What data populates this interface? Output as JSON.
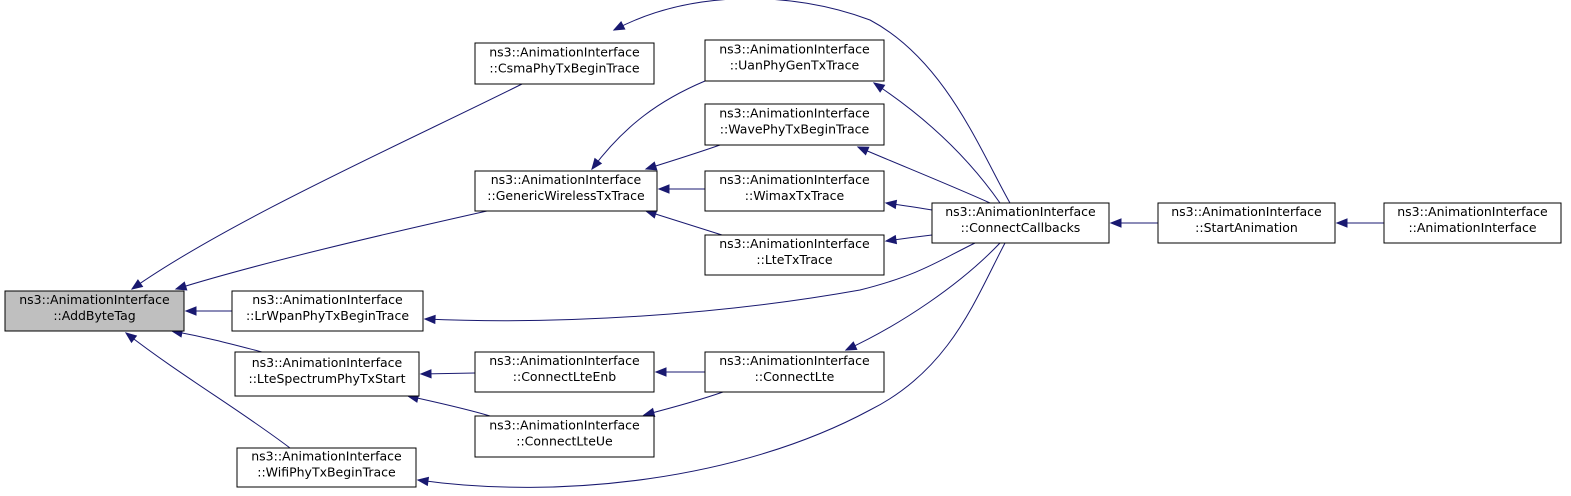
{
  "colors": {
    "edge": "#191970",
    "current_node_fill": "#bfbfbf",
    "node_fill": "#ffffff",
    "node_border": "#000000"
  },
  "nodes": [
    {
      "id": "AddByteTag",
      "lines": [
        "ns3::AnimationInterface",
        "::AddByteTag"
      ],
      "current": true
    },
    {
      "id": "CsmaPhyTxBeginTrace",
      "lines": [
        "ns3::AnimationInterface",
        "::CsmaPhyTxBeginTrace"
      ]
    },
    {
      "id": "GenericWirelessTxTrace",
      "lines": [
        "ns3::AnimationInterface",
        "::GenericWirelessTxTrace"
      ]
    },
    {
      "id": "LrWpanPhyTxBeginTrace",
      "lines": [
        "ns3::AnimationInterface",
        "::LrWpanPhyTxBeginTrace"
      ]
    },
    {
      "id": "LteSpectrumPhyTxStart",
      "lines": [
        "ns3::AnimationInterface",
        "::LteSpectrumPhyTxStart"
      ]
    },
    {
      "id": "WifiPhyTxBeginTrace",
      "lines": [
        "ns3::AnimationInterface",
        "::WifiPhyTxBeginTrace"
      ]
    },
    {
      "id": "UanPhyGenTxTrace",
      "lines": [
        "ns3::AnimationInterface",
        "::UanPhyGenTxTrace"
      ]
    },
    {
      "id": "WavePhyTxBeginTrace",
      "lines": [
        "ns3::AnimationInterface",
        "::WavePhyTxBeginTrace"
      ]
    },
    {
      "id": "WimaxTxTrace",
      "lines": [
        "ns3::AnimationInterface",
        "::WimaxTxTrace"
      ]
    },
    {
      "id": "LteTxTrace",
      "lines": [
        "ns3::AnimationInterface",
        "::LteTxTrace"
      ]
    },
    {
      "id": "ConnectLteEnb",
      "lines": [
        "ns3::AnimationInterface",
        "::ConnectLteEnb"
      ]
    },
    {
      "id": "ConnectLteUe",
      "lines": [
        "ns3::AnimationInterface",
        "::ConnectLteUe"
      ]
    },
    {
      "id": "ConnectLte",
      "lines": [
        "ns3::AnimationInterface",
        "::ConnectLte"
      ]
    },
    {
      "id": "ConnectCallbacks",
      "lines": [
        "ns3::AnimationInterface",
        "::ConnectCallbacks"
      ]
    },
    {
      "id": "StartAnimation",
      "lines": [
        "ns3::AnimationInterface",
        "::StartAnimation"
      ]
    },
    {
      "id": "AnimationInterface",
      "lines": [
        "ns3::AnimationInterface",
        "::AnimationInterface"
      ]
    }
  ],
  "edges": [
    {
      "from": "CsmaPhyTxBeginTrace",
      "to": "AddByteTag"
    },
    {
      "from": "GenericWirelessTxTrace",
      "to": "AddByteTag"
    },
    {
      "from": "LrWpanPhyTxBeginTrace",
      "to": "AddByteTag"
    },
    {
      "from": "LteSpectrumPhyTxStart",
      "to": "AddByteTag"
    },
    {
      "from": "WifiPhyTxBeginTrace",
      "to": "AddByteTag"
    },
    {
      "from": "ConnectCallbacks",
      "to": "CsmaPhyTxBeginTrace"
    },
    {
      "from": "UanPhyGenTxTrace",
      "to": "GenericWirelessTxTrace"
    },
    {
      "from": "WavePhyTxBeginTrace",
      "to": "GenericWirelessTxTrace"
    },
    {
      "from": "WimaxTxTrace",
      "to": "GenericWirelessTxTrace"
    },
    {
      "from": "LteTxTrace",
      "to": "GenericWirelessTxTrace"
    },
    {
      "from": "ConnectCallbacks",
      "to": "LrWpanPhyTxBeginTrace"
    },
    {
      "from": "ConnectLteEnb",
      "to": "LteSpectrumPhyTxStart"
    },
    {
      "from": "ConnectLteUe",
      "to": "LteSpectrumPhyTxStart"
    },
    {
      "from": "ConnectCallbacks",
      "to": "WifiPhyTxBeginTrace"
    },
    {
      "from": "ConnectCallbacks",
      "to": "UanPhyGenTxTrace"
    },
    {
      "from": "ConnectCallbacks",
      "to": "WavePhyTxBeginTrace"
    },
    {
      "from": "ConnectCallbacks",
      "to": "WimaxTxTrace"
    },
    {
      "from": "ConnectCallbacks",
      "to": "LteTxTrace"
    },
    {
      "from": "ConnectLte",
      "to": "ConnectLteEnb"
    },
    {
      "from": "ConnectLte",
      "to": "ConnectLteUe"
    },
    {
      "from": "ConnectCallbacks",
      "to": "ConnectLte"
    },
    {
      "from": "StartAnimation",
      "to": "ConnectCallbacks"
    },
    {
      "from": "AnimationInterface",
      "to": "StartAnimation"
    }
  ]
}
